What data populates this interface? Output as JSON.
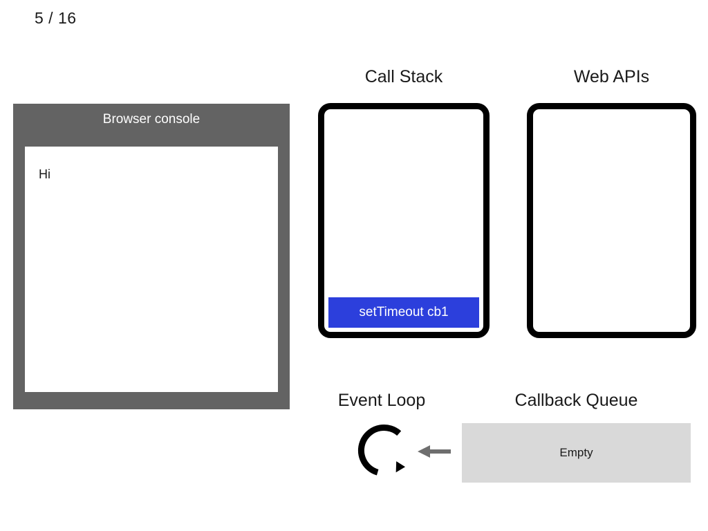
{
  "slide": {
    "counter": "5 / 16"
  },
  "console": {
    "title": "Browser console",
    "lines": [
      "Hi"
    ]
  },
  "call_stack": {
    "heading": "Call Stack",
    "frames": [
      "setTimeout cb1"
    ]
  },
  "web_apis": {
    "heading": "Web APIs",
    "items": []
  },
  "event_loop": {
    "heading": "Event Loop",
    "icon": "circular-arrow-icon",
    "arrow_icon": "arrow-left-icon"
  },
  "callback_queue": {
    "heading": "Callback Queue",
    "empty_label": "Empty",
    "items": []
  },
  "colors": {
    "console_chrome": "#636363",
    "frame_blue": "#2c3fdc",
    "queue_gray": "#d9d9d9",
    "arrow_gray": "#6e6e6e",
    "box_border": "#000000",
    "text": "#1a1a1a"
  }
}
